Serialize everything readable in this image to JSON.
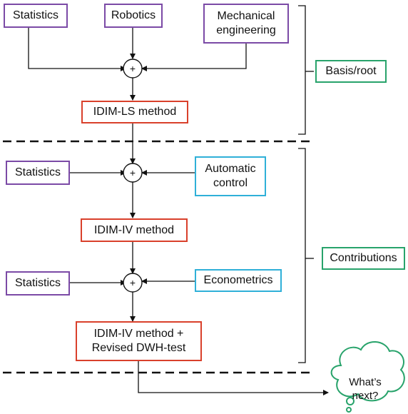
{
  "section1": {
    "inputs": [
      "Statistics",
      "Robotics",
      "Mechanical\nengineering"
    ],
    "sum_symbol": "+",
    "result": "IDIM-LS method",
    "label": "Basis/root"
  },
  "section2": {
    "stage1": {
      "left": "Statistics",
      "right": "Automatic\ncontrol",
      "sum_symbol": "+",
      "result": "IDIM-IV method"
    },
    "stage2": {
      "left": "Statistics",
      "right": "Econometrics",
      "sum_symbol": "+",
      "result": "IDIM-IV method +\nRevised DWH-test"
    },
    "label": "Contributions"
  },
  "next": {
    "label": "What’s\nnext?"
  },
  "colors": {
    "purple": "#7b4aa6",
    "red": "#d9402b",
    "blue": "#2fb0d8",
    "green": "#28a36b"
  }
}
